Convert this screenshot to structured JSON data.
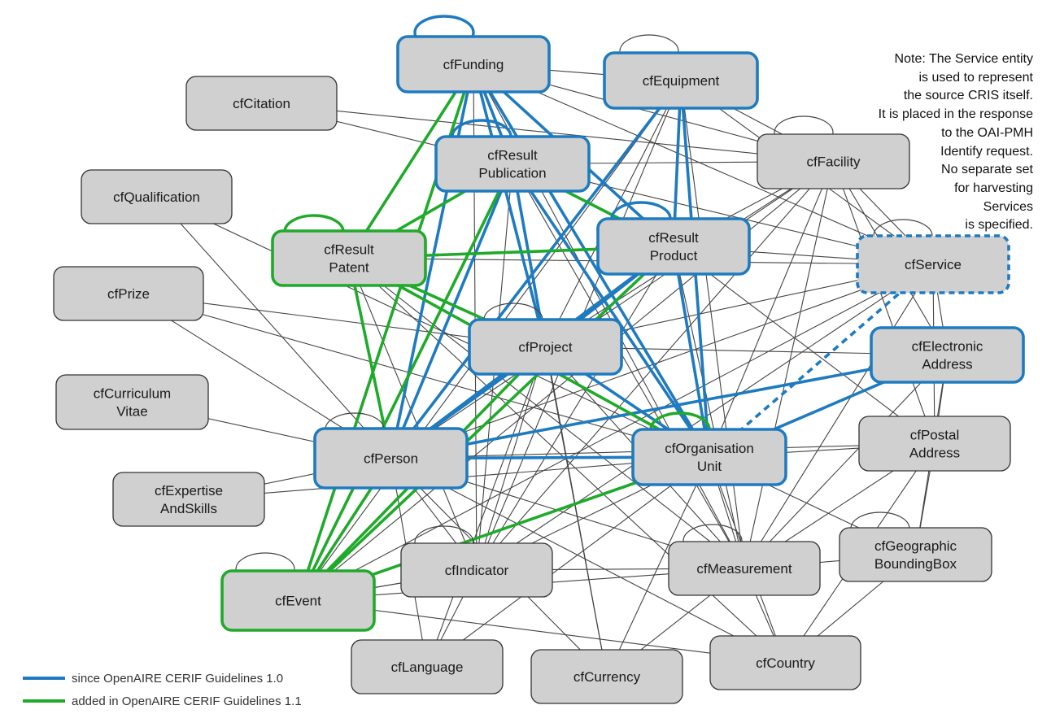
{
  "colors": {
    "blue": "#1f7bbf",
    "green": "#1faa2a",
    "black": "#444444",
    "node_fill": "#d0d0d0",
    "node_border": "#333333"
  },
  "nodes": [
    {
      "id": "funding",
      "lines": [
        "cfFunding"
      ],
      "style": "blue"
    },
    {
      "id": "equipment",
      "lines": [
        "cfEquipment"
      ],
      "style": "blue"
    },
    {
      "id": "citation",
      "lines": [
        "cfCitation"
      ],
      "style": "black"
    },
    {
      "id": "resultpub",
      "lines": [
        "cfResult",
        "Publication"
      ],
      "style": "blue"
    },
    {
      "id": "facility",
      "lines": [
        "cfFacility"
      ],
      "style": "black"
    },
    {
      "id": "qualification",
      "lines": [
        "cfQualification"
      ],
      "style": "black"
    },
    {
      "id": "patent",
      "lines": [
        "cfResult",
        "Patent"
      ],
      "style": "green"
    },
    {
      "id": "product",
      "lines": [
        "cfResult",
        "Product"
      ],
      "style": "blue"
    },
    {
      "id": "service",
      "lines": [
        "cfService"
      ],
      "style": "dashed"
    },
    {
      "id": "prize",
      "lines": [
        "cfPrize"
      ],
      "style": "black"
    },
    {
      "id": "project",
      "lines": [
        "cfProject"
      ],
      "style": "blue"
    },
    {
      "id": "eaddress",
      "lines": [
        "cfElectronic",
        "Address"
      ],
      "style": "blue"
    },
    {
      "id": "cv",
      "lines": [
        "cfCurriculum",
        "Vitae"
      ],
      "style": "black"
    },
    {
      "id": "paddress",
      "lines": [
        "cfPostal",
        "Address"
      ],
      "style": "black"
    },
    {
      "id": "person",
      "lines": [
        "cfPerson"
      ],
      "style": "blue"
    },
    {
      "id": "orgunit",
      "lines": [
        "cfOrganisation",
        "Unit"
      ],
      "style": "blue"
    },
    {
      "id": "expertise",
      "lines": [
        "cfExpertise",
        "AndSkills"
      ],
      "style": "black"
    },
    {
      "id": "geobox",
      "lines": [
        "cfGeographic",
        "BoundingBox"
      ],
      "style": "black"
    },
    {
      "id": "indicator",
      "lines": [
        "cfIndicator"
      ],
      "style": "black"
    },
    {
      "id": "measurement",
      "lines": [
        "cfMeasurement"
      ],
      "style": "black"
    },
    {
      "id": "event",
      "lines": [
        "cfEvent"
      ],
      "style": "green"
    },
    {
      "id": "language",
      "lines": [
        "cfLanguage"
      ],
      "style": "black"
    },
    {
      "id": "currency",
      "lines": [
        "cfCurrency"
      ],
      "style": "black"
    },
    {
      "id": "country",
      "lines": [
        "cfCountry"
      ],
      "style": "black"
    }
  ],
  "edges": [
    [
      "funding",
      "resultpub",
      "blue"
    ],
    [
      "funding",
      "product",
      "blue"
    ],
    [
      "funding",
      "project",
      "blue"
    ],
    [
      "funding",
      "person",
      "blue"
    ],
    [
      "funding",
      "orgunit",
      "blue"
    ],
    [
      "funding",
      "patent",
      "green"
    ],
    [
      "funding",
      "event",
      "green"
    ],
    [
      "equipment",
      "product",
      "blue"
    ],
    [
      "equipment",
      "person",
      "blue"
    ],
    [
      "equipment",
      "orgunit",
      "blue"
    ],
    [
      "resultpub",
      "project",
      "blue"
    ],
    [
      "resultpub",
      "person",
      "blue"
    ],
    [
      "resultpub",
      "orgunit",
      "blue"
    ],
    [
      "resultpub",
      "patent",
      "green"
    ],
    [
      "resultpub",
      "product",
      "green"
    ],
    [
      "resultpub",
      "event",
      "green"
    ],
    [
      "product",
      "project",
      "blue"
    ],
    [
      "product",
      "person",
      "blue"
    ],
    [
      "product",
      "orgunit",
      "blue"
    ],
    [
      "product",
      "patent",
      "green"
    ],
    [
      "product",
      "event",
      "green"
    ],
    [
      "project",
      "person",
      "blue"
    ],
    [
      "project",
      "orgunit",
      "blue"
    ],
    [
      "project",
      "patent",
      "green"
    ],
    [
      "project",
      "event",
      "green"
    ],
    [
      "person",
      "orgunit",
      "blue"
    ],
    [
      "person",
      "eaddress",
      "blue"
    ],
    [
      "person",
      "patent",
      "green"
    ],
    [
      "person",
      "event",
      "green"
    ],
    [
      "orgunit",
      "eaddress",
      "blue"
    ],
    [
      "orgunit",
      "patent",
      "green"
    ],
    [
      "orgunit",
      "event",
      "green"
    ],
    [
      "service",
      "orgunit",
      "dashed"
    ],
    [
      "citation",
      "resultpub",
      "black"
    ],
    [
      "citation",
      "facility",
      "black"
    ],
    [
      "qualification",
      "person",
      "black"
    ],
    [
      "qualification",
      "orgunit",
      "black"
    ],
    [
      "prize",
      "person",
      "black"
    ],
    [
      "prize",
      "orgunit",
      "black"
    ],
    [
      "prize",
      "project",
      "black"
    ],
    [
      "cv",
      "person",
      "black"
    ],
    [
      "expertise",
      "person",
      "black"
    ],
    [
      "expertise",
      "orgunit",
      "black"
    ],
    [
      "funding",
      "equipment",
      "black"
    ],
    [
      "funding",
      "facility",
      "black"
    ],
    [
      "funding",
      "service",
      "black"
    ],
    [
      "funding",
      "measurement",
      "black"
    ],
    [
      "funding",
      "indicator",
      "black"
    ],
    [
      "equipment",
      "facility",
      "black"
    ],
    [
      "equipment",
      "service",
      "black"
    ],
    [
      "equipment",
      "project",
      "black"
    ],
    [
      "equipment",
      "measurement",
      "black"
    ],
    [
      "equipment",
      "indicator",
      "black"
    ],
    [
      "equipment",
      "event",
      "black"
    ],
    [
      "resultpub",
      "facility",
      "black"
    ],
    [
      "resultpub",
      "service",
      "black"
    ],
    [
      "resultpub",
      "measurement",
      "black"
    ],
    [
      "resultpub",
      "indicator",
      "black"
    ],
    [
      "resultpub",
      "currency",
      "black"
    ],
    [
      "facility",
      "product",
      "black"
    ],
    [
      "facility",
      "project",
      "black"
    ],
    [
      "facility",
      "person",
      "black"
    ],
    [
      "facility",
      "orgunit",
      "black"
    ],
    [
      "facility",
      "service",
      "black"
    ],
    [
      "facility",
      "eaddress",
      "black"
    ],
    [
      "facility",
      "paddress",
      "black"
    ],
    [
      "facility",
      "measurement",
      "black"
    ],
    [
      "facility",
      "indicator",
      "black"
    ],
    [
      "facility",
      "event",
      "black"
    ],
    [
      "product",
      "service",
      "black"
    ],
    [
      "product",
      "measurement",
      "black"
    ],
    [
      "product",
      "indicator",
      "black"
    ],
    [
      "product",
      "paddress",
      "black"
    ],
    [
      "patent",
      "service",
      "black"
    ],
    [
      "patent",
      "measurement",
      "black"
    ],
    [
      "patent",
      "indicator",
      "black"
    ],
    [
      "patent",
      "country",
      "black"
    ],
    [
      "service",
      "person",
      "black"
    ],
    [
      "service",
      "project",
      "black"
    ],
    [
      "service",
      "eaddress",
      "black"
    ],
    [
      "service",
      "paddress",
      "black"
    ],
    [
      "service",
      "measurement",
      "black"
    ],
    [
      "service",
      "indicator",
      "black"
    ],
    [
      "service",
      "event",
      "black"
    ],
    [
      "project",
      "measurement",
      "black"
    ],
    [
      "project",
      "indicator",
      "black"
    ],
    [
      "project",
      "currency",
      "black"
    ],
    [
      "project",
      "language",
      "black"
    ],
    [
      "project",
      "eaddress",
      "black"
    ],
    [
      "person",
      "paddress",
      "black"
    ],
    [
      "person",
      "measurement",
      "black"
    ],
    [
      "person",
      "indicator",
      "black"
    ],
    [
      "person",
      "country",
      "black"
    ],
    [
      "person",
      "language",
      "black"
    ],
    [
      "person",
      "currency",
      "black"
    ],
    [
      "orgunit",
      "paddress",
      "black"
    ],
    [
      "orgunit",
      "measurement",
      "black"
    ],
    [
      "orgunit",
      "indicator",
      "black"
    ],
    [
      "orgunit",
      "country",
      "black"
    ],
    [
      "orgunit",
      "geobox",
      "black"
    ],
    [
      "orgunit",
      "currency",
      "black"
    ],
    [
      "orgunit",
      "language",
      "black"
    ],
    [
      "eaddress",
      "paddress",
      "black"
    ],
    [
      "eaddress",
      "geobox",
      "black"
    ],
    [
      "eaddress",
      "measurement",
      "black"
    ],
    [
      "paddress",
      "geobox",
      "black"
    ],
    [
      "paddress",
      "measurement",
      "black"
    ],
    [
      "paddress",
      "country",
      "black"
    ],
    [
      "geobox",
      "measurement",
      "black"
    ],
    [
      "geobox",
      "country",
      "black"
    ],
    [
      "measurement",
      "indicator",
      "black"
    ],
    [
      "measurement",
      "country",
      "black"
    ],
    [
      "measurement",
      "currency",
      "black"
    ],
    [
      "indicator",
      "language",
      "black"
    ],
    [
      "indicator",
      "event",
      "black"
    ],
    [
      "event",
      "country",
      "black"
    ],
    [
      "event",
      "measurement",
      "black"
    ],
    [
      "event",
      "indicator",
      "black"
    ]
  ],
  "self_loops": [
    {
      "node": "funding",
      "style": "blue"
    },
    {
      "node": "equipment",
      "style": "black"
    },
    {
      "node": "resultpub",
      "style": "blue"
    },
    {
      "node": "facility",
      "style": "black"
    },
    {
      "node": "patent",
      "style": "green"
    },
    {
      "node": "product",
      "style": "blue"
    },
    {
      "node": "service",
      "style": "black"
    },
    {
      "node": "project",
      "style": "black"
    },
    {
      "node": "person",
      "style": "black"
    },
    {
      "node": "orgunit",
      "style": "green"
    },
    {
      "node": "indicator",
      "style": "black"
    },
    {
      "node": "measurement",
      "style": "black"
    },
    {
      "node": "event",
      "style": "black"
    },
    {
      "node": "geobox",
      "style": "black"
    }
  ],
  "note": {
    "lines": [
      "Note: The Service entity",
      "is used to represent",
      "the source CRIS itself.",
      "It is placed in the response",
      "to the OAI-PMH",
      "Identify request.",
      "No separate set",
      "for harvesting",
      "Services",
      "is specified."
    ]
  },
  "legend": [
    {
      "label": "since OpenAIRE CERIF Guidelines 1.0",
      "color": "#1f7bbf"
    },
    {
      "label": "added in OpenAIRE CERIF Guidelines 1.1",
      "color": "#1faa2a"
    }
  ]
}
